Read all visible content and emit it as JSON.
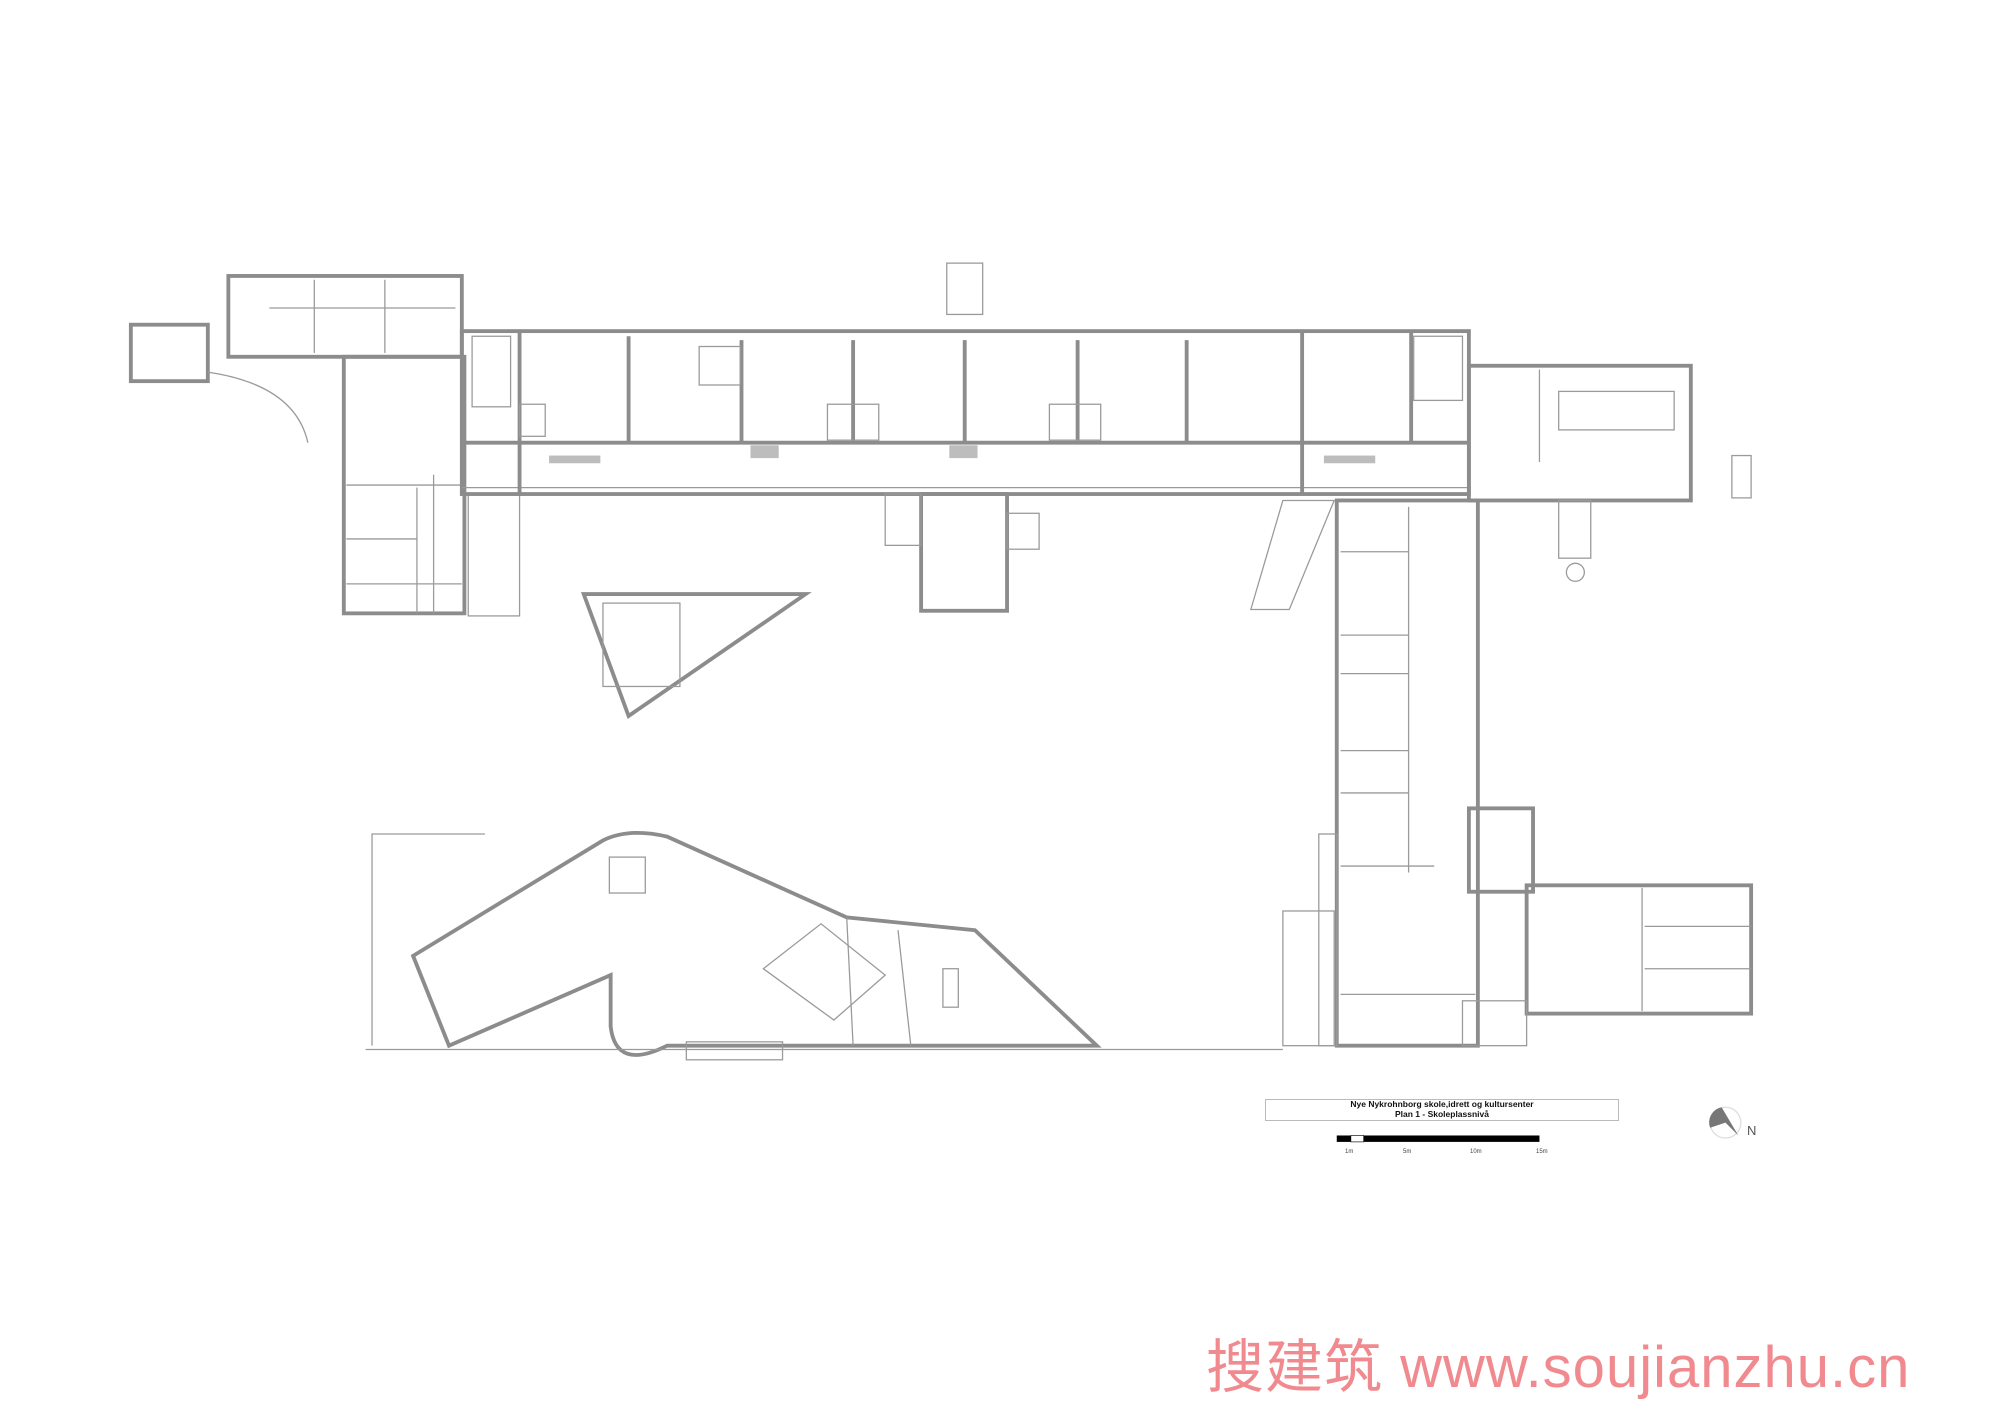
{
  "title_block": {
    "project": "Nye Nykrohnborg skole,idrett og kultursenter",
    "plan": "Plan 1 - Skoleplassnivå"
  },
  "scale_bar": {
    "labels": [
      "1m",
      "5m",
      "10m",
      "15m"
    ]
  },
  "north_label": "N",
  "watermark": "搜建筑 www.soujianzhu.cn",
  "colors": {
    "walls": "#8c8c8c",
    "watermark": "#f08a8f"
  }
}
